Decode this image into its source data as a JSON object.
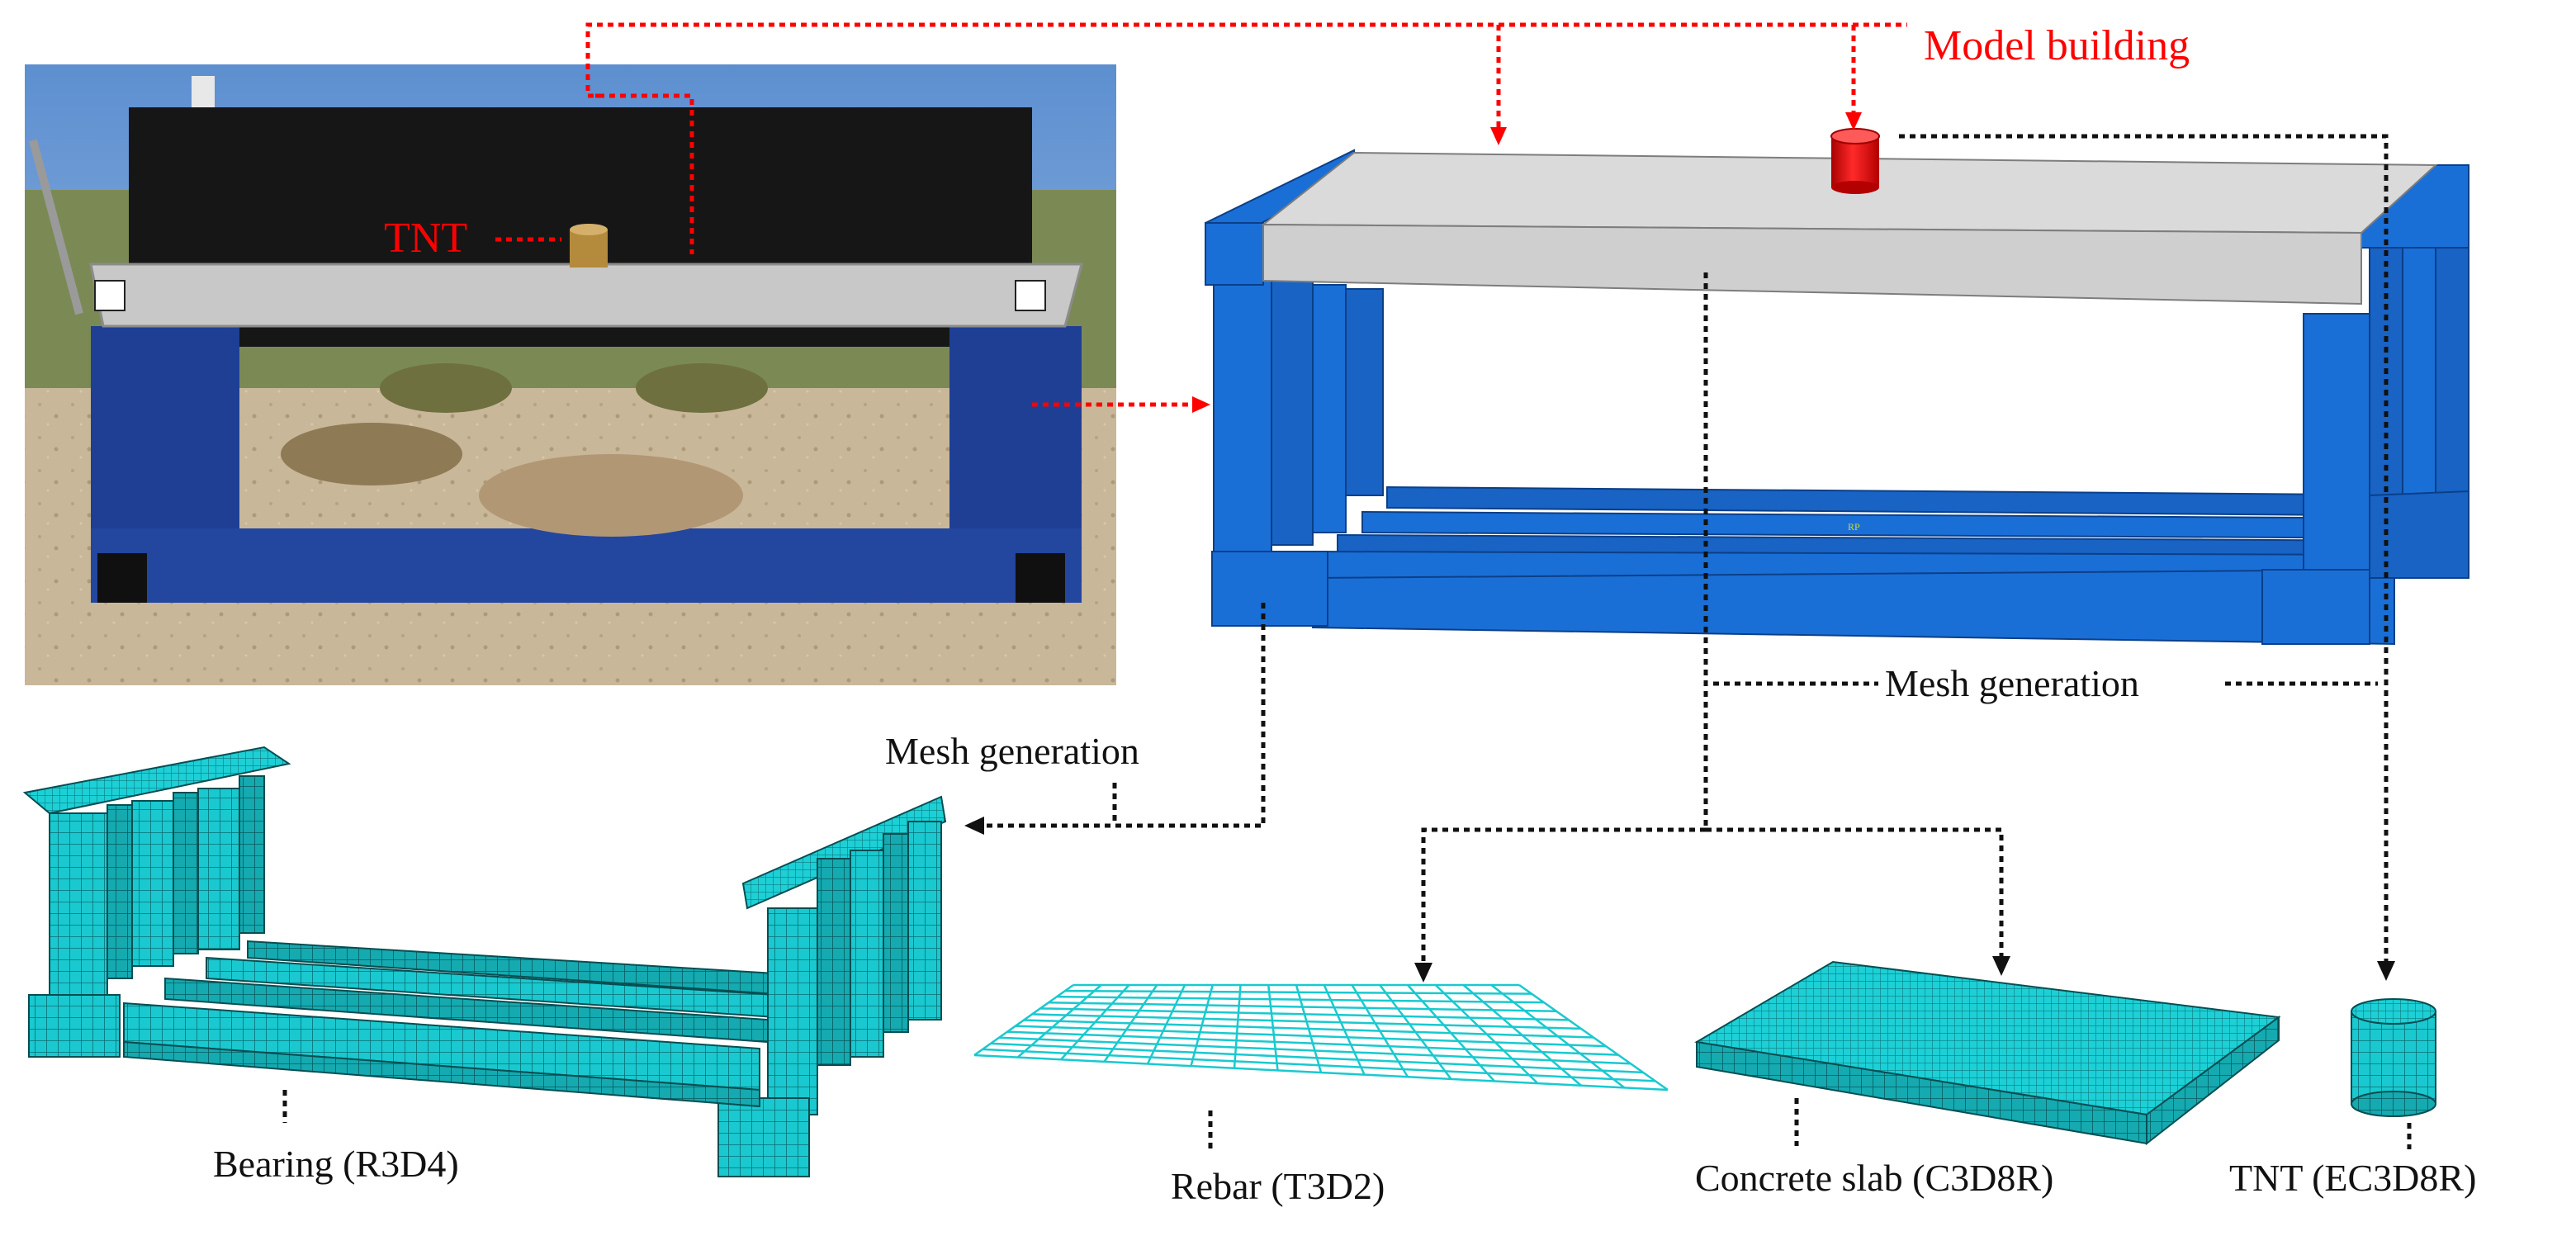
{
  "labels": {
    "model_building": "Model building",
    "tnt_photo": "TNT",
    "mesh_generation_left": "Mesh generation",
    "mesh_generation_right": "Mesh generation",
    "bearing": "Bearing (R3D4)",
    "rebar": "Rebar (T3D2)",
    "concrete_slab": "Concrete slab (C3D8R)",
    "tnt_mesh": "TNT (EC3D8R)",
    "rp_marker": "RP"
  },
  "colors": {
    "annotation_red": "#ff0000",
    "annotation_black": "#111111",
    "model_blue": "#1a6fd6",
    "model_blue_dark": "#0d4fa8",
    "slab_grey": "#d6d6d6",
    "tnt_red": "#e01010",
    "mesh_cyan": "#19c9cf",
    "mesh_line": "#0a6e73"
  }
}
